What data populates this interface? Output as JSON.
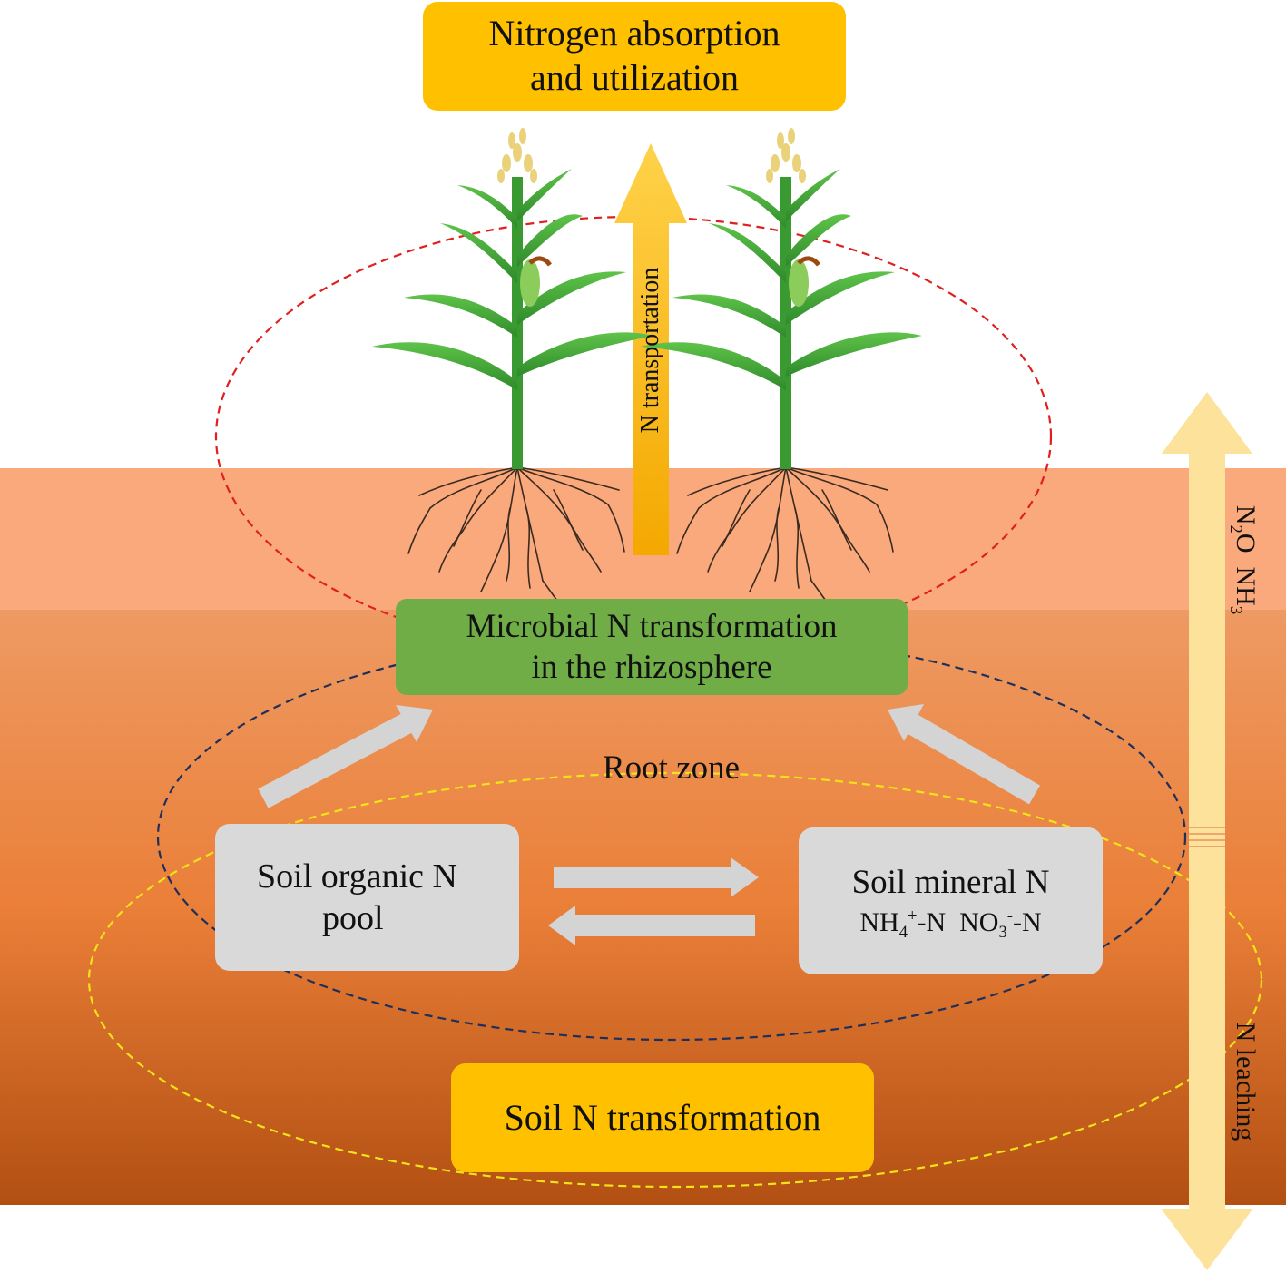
{
  "boxes": {
    "nitrogen_absorption": {
      "line1": "Nitrogen absorption",
      "line2": "and utilization"
    },
    "microbial": {
      "line1": "Microbial N transformation",
      "line2": "in the rhizosphere"
    },
    "soil_organic": {
      "line1": "Soil organic N",
      "line2": "pool"
    },
    "soil_mineral": {
      "line1": "Soil mineral N",
      "ammonium": {
        "base": "NH",
        "sub": "4",
        "sup": "+",
        "suffix": "-N"
      },
      "nitrate": {
        "base": "NO",
        "sub": "3",
        "sup": "-",
        "suffix": "-N"
      }
    },
    "soil_transformation": {
      "label": "Soil N transformation"
    }
  },
  "labels": {
    "root_zone": "Root zone",
    "n_transportation": "N transportation",
    "gas_n2o": {
      "base": "N",
      "sub": "2",
      "suffix": "O"
    },
    "gas_nh3": {
      "base": "NH",
      "sub": "3"
    },
    "n_leaching": "N leaching"
  },
  "colors": {
    "soil_top": "#f9a97b",
    "soil_bottom": "#b24f12",
    "yellow_box": "#ffc000",
    "green_box": "#70ad47",
    "grey_box": "#d9d9d9",
    "flux_arrow": "#fde29b",
    "transport_arrow": "#ffc000",
    "ellipse_canopy": "#e02020",
    "ellipse_rhizosphere": "#1f2f5c",
    "ellipse_soil": "#f2e31a"
  }
}
